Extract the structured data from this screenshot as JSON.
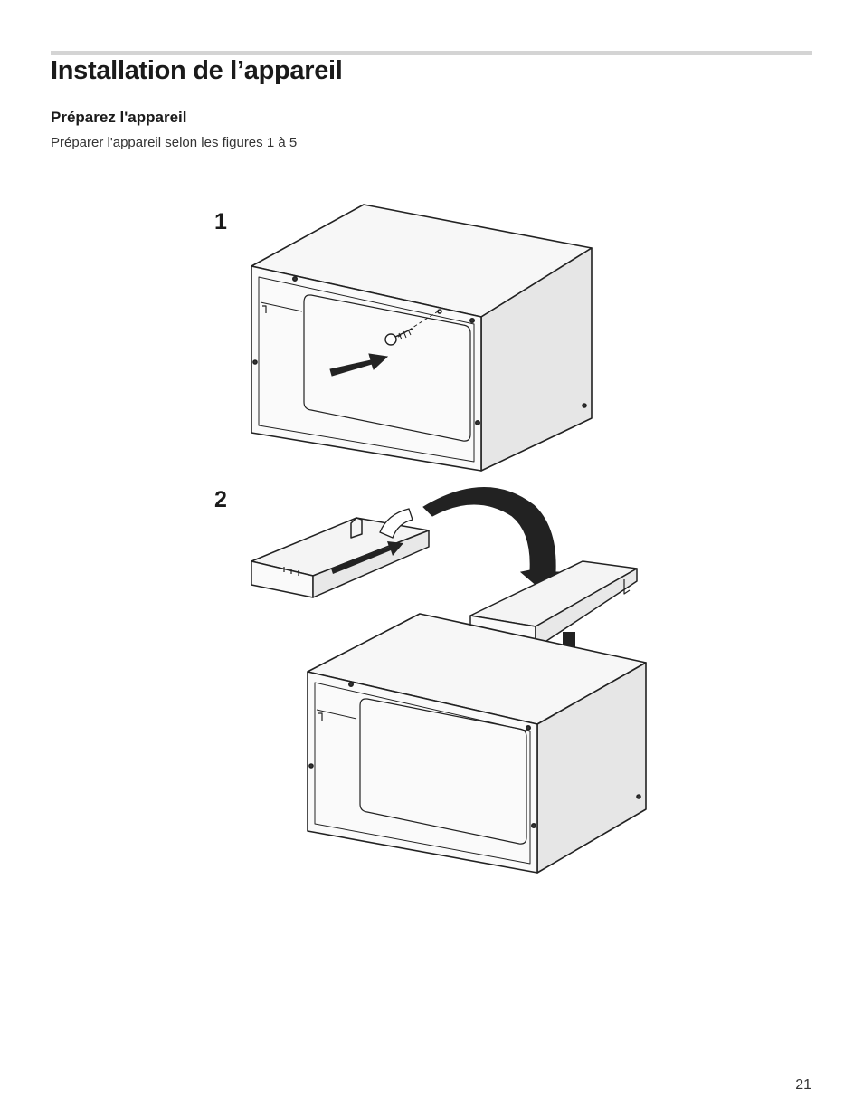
{
  "page": {
    "title": "Installation de l’appareil",
    "section_heading": "Préparez l'appareil",
    "instruction": "Préparer l'appareil selon les figures 1 à 5",
    "page_number": "21"
  },
  "figures": [
    {
      "label": "1"
    },
    {
      "label": "2"
    }
  ]
}
